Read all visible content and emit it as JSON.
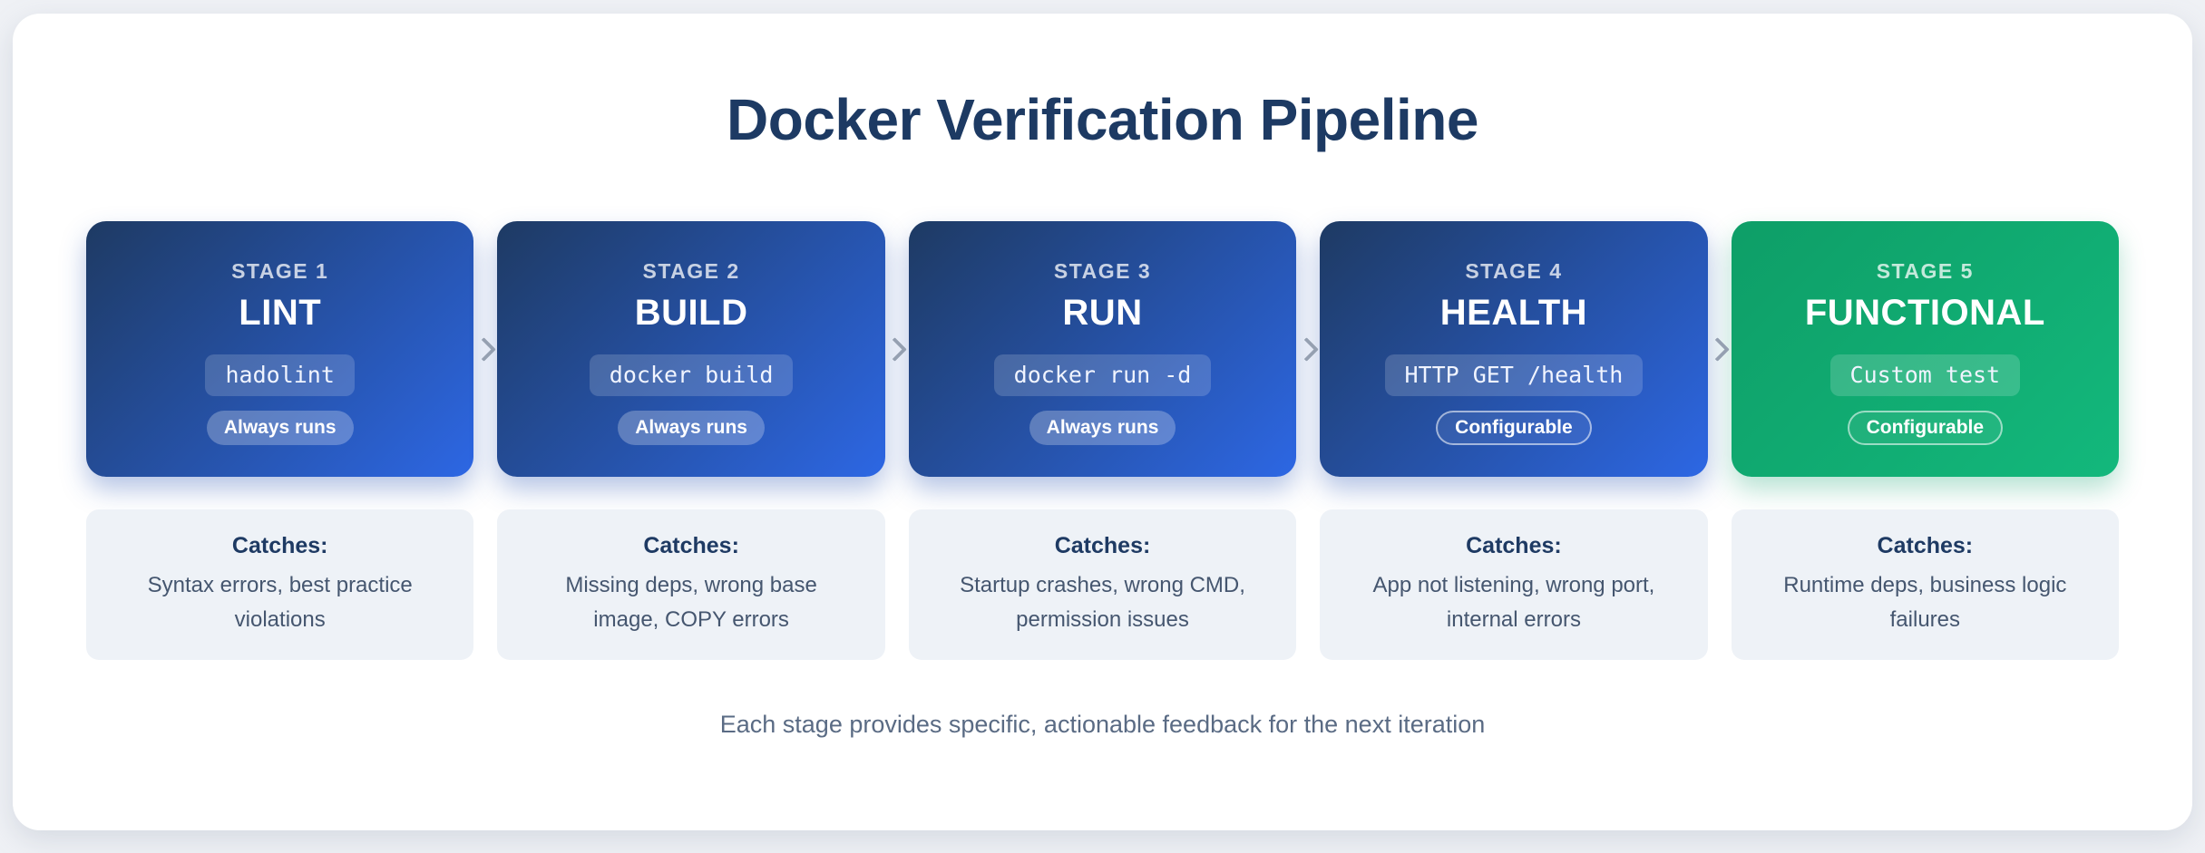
{
  "page": {
    "title": "Docker Verification Pipeline",
    "footer": "Each stage provides specific, actionable feedback for the next iteration"
  },
  "stages": [
    {
      "stage_label": "STAGE 1",
      "name": "LINT",
      "tool": "hadolint",
      "runs_badge": "Always runs",
      "catches_heading": "Catches:",
      "catches_text": "Syntax errors, best practice violations"
    },
    {
      "stage_label": "STAGE 2",
      "name": "BUILD",
      "tool": "docker build",
      "runs_badge": "Always runs",
      "catches_heading": "Catches:",
      "catches_text": "Missing deps, wrong base image, COPY errors"
    },
    {
      "stage_label": "STAGE 3",
      "name": "RUN",
      "tool": "docker run -d",
      "runs_badge": "Always runs",
      "catches_heading": "Catches:",
      "catches_text": "Startup crashes, wrong CMD, permission issues"
    },
    {
      "stage_label": "STAGE 4",
      "name": "HEALTH",
      "tool": "HTTP GET /health",
      "runs_badge": "Configurable",
      "catches_heading": "Catches:",
      "catches_text": "App not listening, wrong port, internal errors"
    },
    {
      "stage_label": "STAGE 5",
      "name": "FUNCTIONAL",
      "tool": "Custom test",
      "runs_badge": "Configurable",
      "catches_heading": "Catches:",
      "catches_text": "Runtime deps, business logic failures"
    }
  ],
  "icons": {
    "between_stages": "chevron-right-icon"
  },
  "colors": {
    "page_bg": "#eff1f5",
    "panel_bg": "#ffffff",
    "title_navy": "#1d3a63",
    "card_blue_start": "#1e3a63",
    "card_blue_end": "#2d67e4",
    "card_green_start": "#0e9e67",
    "card_green_end": "#13b87c",
    "catches_bg": "#eef2f7",
    "catches_heading_navy": "#1e3a63",
    "body_slate": "#45566f",
    "footer_slate": "#5a6b84",
    "arrow_gray": "#95a0b1"
  }
}
